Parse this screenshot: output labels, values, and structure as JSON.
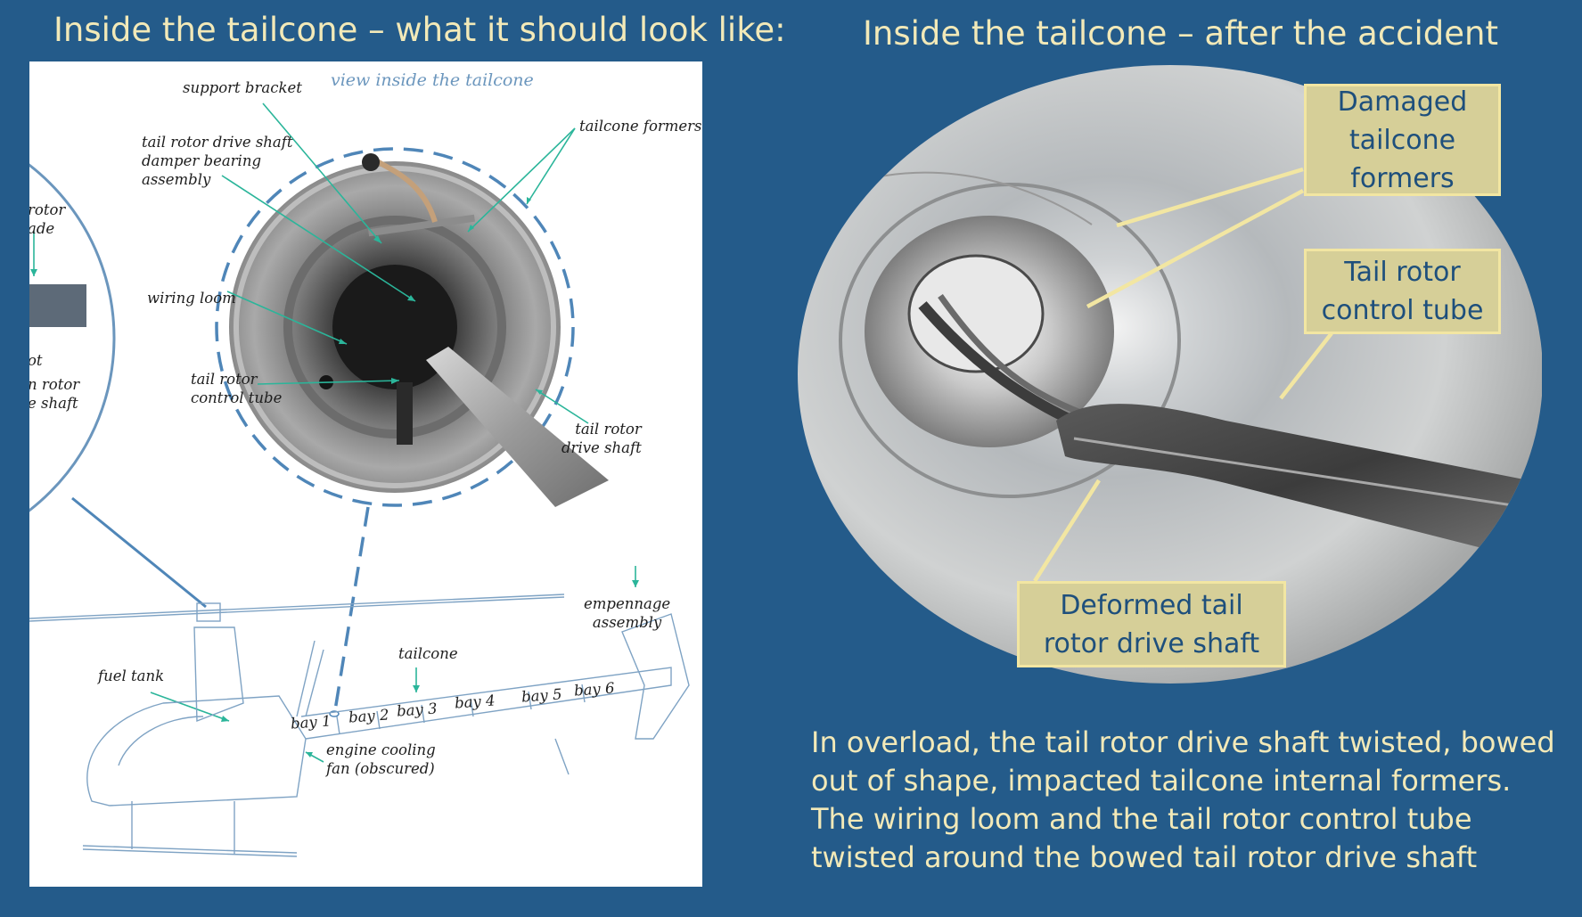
{
  "titles": {
    "left": "Inside the tailcone – what it should look like:",
    "right": "Inside the tailcone – after the accident"
  },
  "diagram_labels": {
    "view_inside": "view inside the tailcone",
    "support_bracket": "support bracket",
    "damper_bearing": [
      "tail rotor drive shaft",
      "damper bearing",
      "assembly"
    ],
    "tailcone_formers": "tailcone formers",
    "wiring_loom": "wiring loom",
    "control_tube": [
      "tail rotor",
      "control tube"
    ],
    "drive_shaft": [
      "tail rotor",
      "drive shaft"
    ],
    "partial_main_rotor_blade": [
      " rotor",
      "ade"
    ],
    "partial_pitch": "ot",
    "partial_drive_shaft": [
      "n rotor",
      "e shaft"
    ],
    "empennage": [
      "empennage",
      "assembly"
    ],
    "tailcone": "tailcone",
    "fuel_tank": "fuel tank",
    "engine_fan": [
      "engine cooling",
      "fan (obscured)"
    ],
    "bays": [
      "bay 1",
      "bay 2",
      "bay 3",
      "bay 4",
      "bay 5",
      "bay 6"
    ]
  },
  "callouts": {
    "formers": [
      "Damaged",
      "tailcone",
      "formers"
    ],
    "control_tube": [
      "Tail rotor",
      "control tube"
    ],
    "drive_shaft": [
      "Deformed tail",
      "rotor drive shaft"
    ]
  },
  "summary": "In overload, the tail rotor drive shaft twisted, bowed out of shape, impacted tailcone internal formers. The wiring loom and the tail rotor control tube twisted around the bowed tail rotor drive shaft",
  "colors": {
    "background": "#245b8a",
    "title_text": "#f2e9b8",
    "callout_fill": "#d6cf98",
    "callout_text": "#1e4f7c",
    "leader_green": "#2bb59a",
    "dashed_blue": "#4f86b8"
  }
}
